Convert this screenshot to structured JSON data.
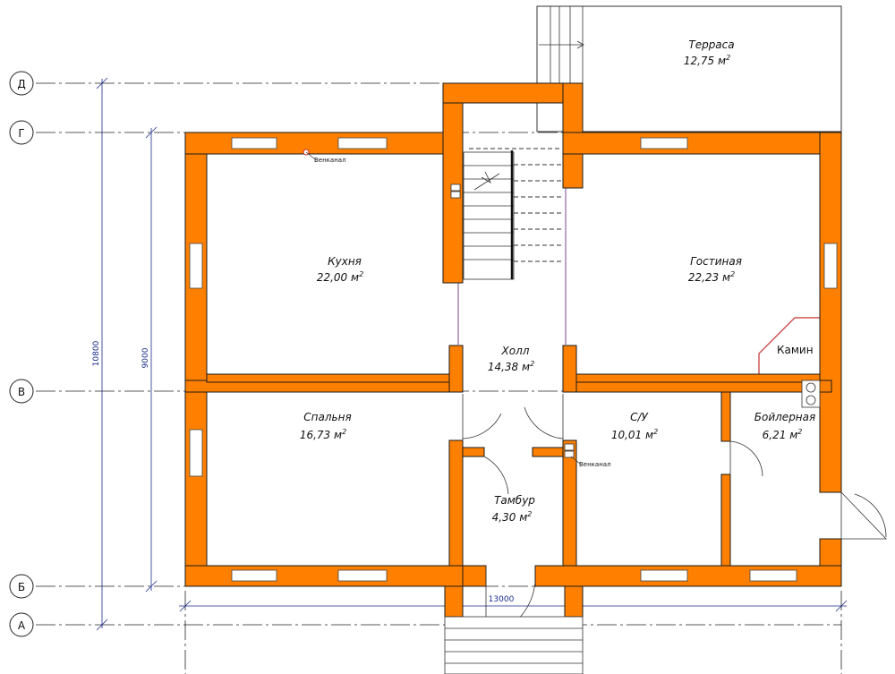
{
  "axes": {
    "d": "Д",
    "g": "Г",
    "v": "В",
    "b": "Б",
    "a": "А"
  },
  "dimensions": {
    "total_height": "10800",
    "inner_height": "9000",
    "total_width": "13000"
  },
  "rooms": {
    "terrace": {
      "name": "Терраса",
      "area": "12,75 м",
      "unit_sup": "2"
    },
    "kitchen": {
      "name": "Кухня",
      "area": "22,00 м",
      "unit_sup": "2"
    },
    "living": {
      "name": "Гостиная",
      "area": "22,23 м",
      "unit_sup": "2"
    },
    "hall": {
      "name": "Холл",
      "area": "14,38 м",
      "unit_sup": "2"
    },
    "bedroom": {
      "name": "Спальня",
      "area": "16,73 м",
      "unit_sup": "2"
    },
    "bathroom": {
      "name": "С/У",
      "area": "10,01 м",
      "unit_sup": "2"
    },
    "boiler": {
      "name": "Бойлерная",
      "area": "6,21 м",
      "unit_sup": "2"
    },
    "vestibule": {
      "name": "Тамбур",
      "area": "4,30 м",
      "unit_sup": "2"
    }
  },
  "labels": {
    "fireplace": "Камин",
    "vent_kitchen": "Венканал",
    "vent_bath": "Венканал"
  },
  "colors": {
    "wall": "#ff8000",
    "dimension": "#1a2a8a"
  }
}
